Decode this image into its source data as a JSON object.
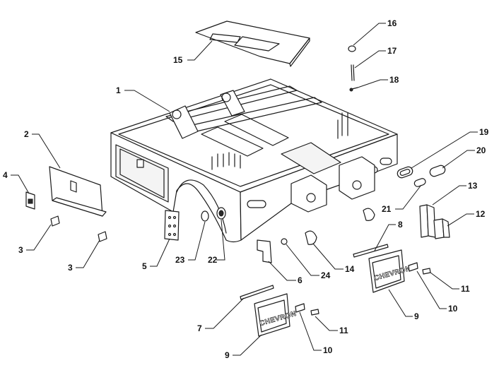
{
  "callouts": [
    {
      "id": "c1",
      "label": "1"
    },
    {
      "id": "c2",
      "label": "2"
    },
    {
      "id": "c3a",
      "label": "3"
    },
    {
      "id": "c3b",
      "label": "3"
    },
    {
      "id": "c4",
      "label": "4"
    },
    {
      "id": "c5",
      "label": "5"
    },
    {
      "id": "c6",
      "label": "6"
    },
    {
      "id": "c7",
      "label": "7"
    },
    {
      "id": "c8",
      "label": "8"
    },
    {
      "id": "c9a",
      "label": "9"
    },
    {
      "id": "c9b",
      "label": "9"
    },
    {
      "id": "c10a",
      "label": "10"
    },
    {
      "id": "c10b",
      "label": "10"
    },
    {
      "id": "c11a",
      "label": "11"
    },
    {
      "id": "c11b",
      "label": "11"
    },
    {
      "id": "c12",
      "label": "12"
    },
    {
      "id": "c13",
      "label": "13"
    },
    {
      "id": "c14",
      "label": "14"
    },
    {
      "id": "c15",
      "label": "15"
    },
    {
      "id": "c16",
      "label": "16"
    },
    {
      "id": "c17",
      "label": "17"
    },
    {
      "id": "c18",
      "label": "18"
    },
    {
      "id": "c19",
      "label": "19"
    },
    {
      "id": "c20",
      "label": "20"
    },
    {
      "id": "c21",
      "label": "21"
    },
    {
      "id": "c22",
      "label": "22"
    },
    {
      "id": "c23",
      "label": "23"
    },
    {
      "id": "c24",
      "label": "24"
    }
  ],
  "mud_flap_text": "CHEVRON"
}
